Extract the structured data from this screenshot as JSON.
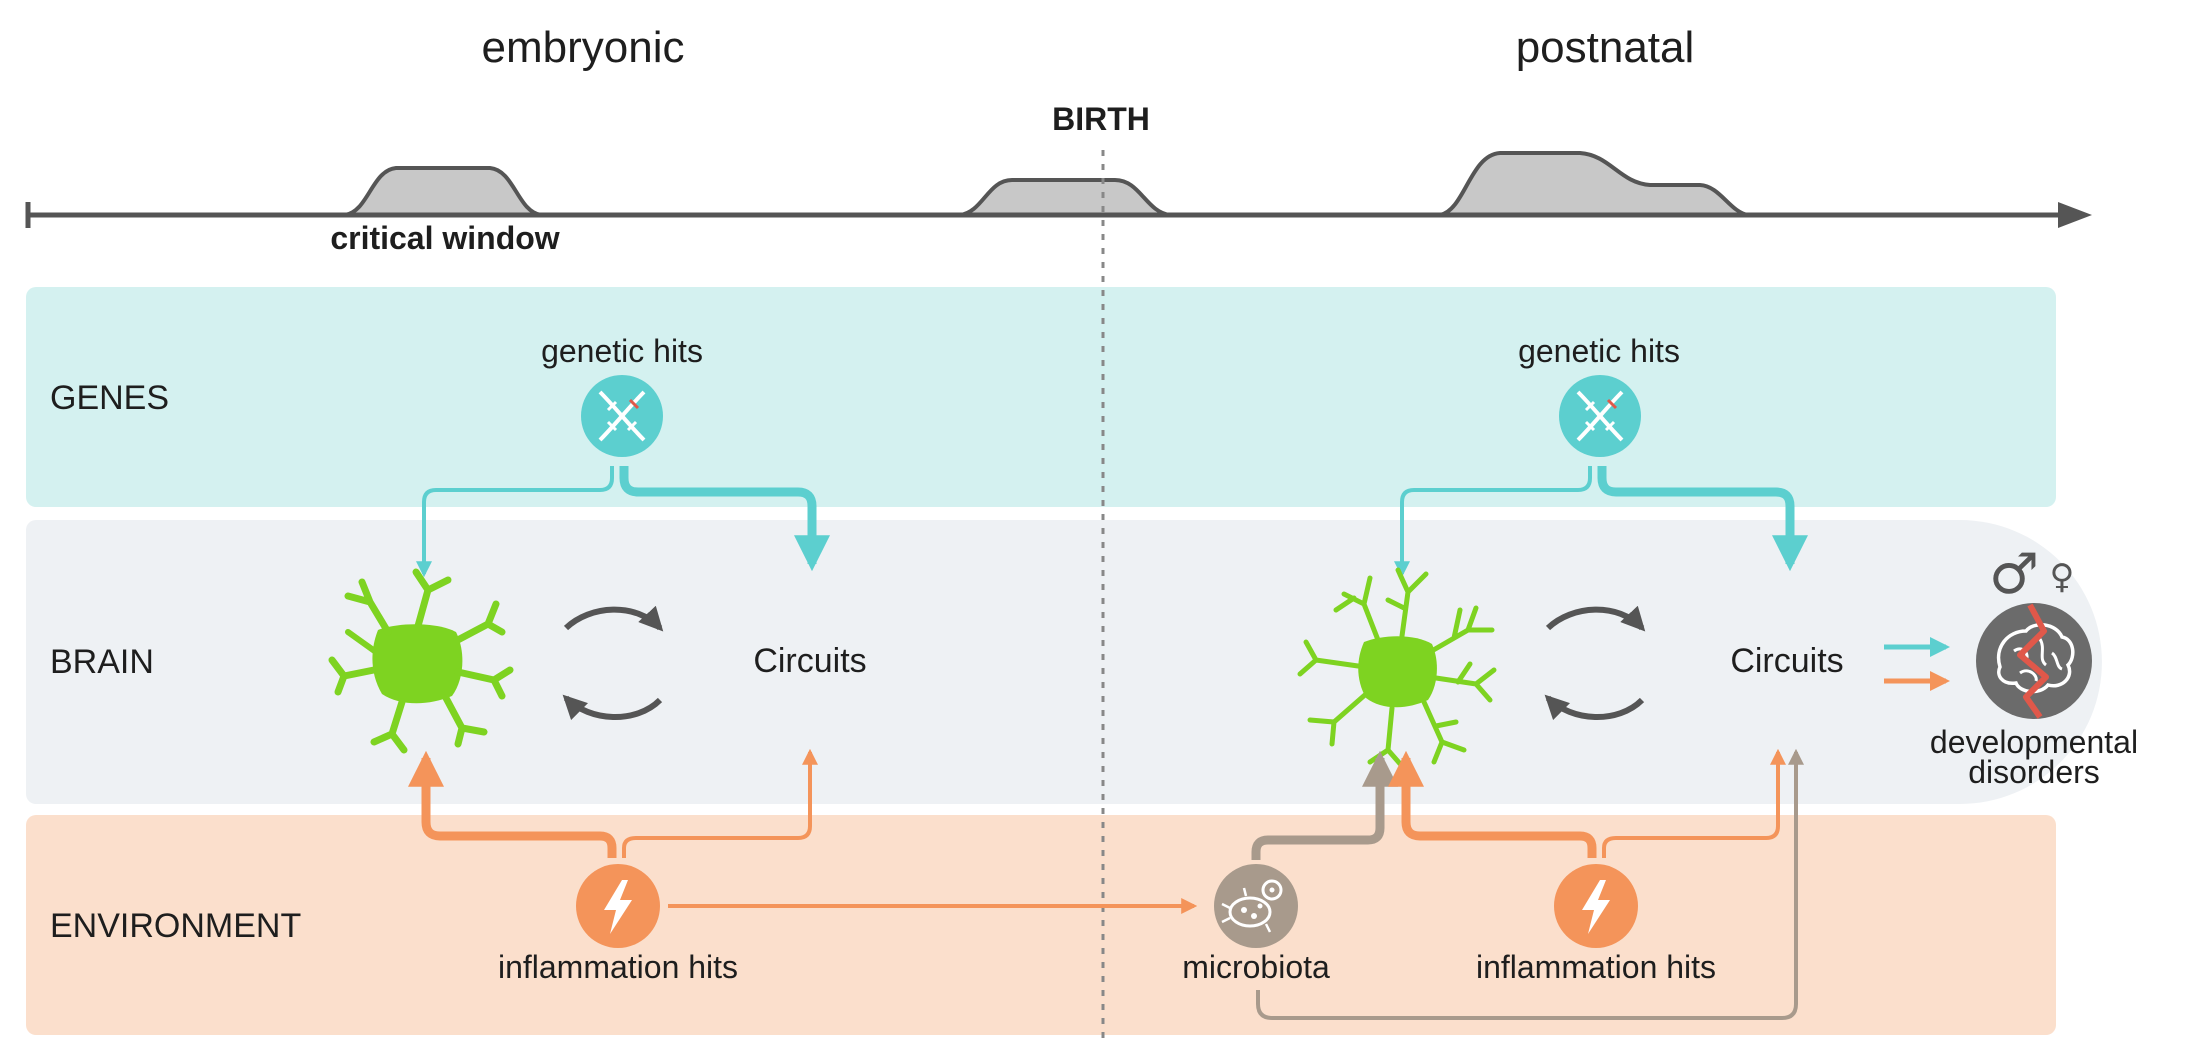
{
  "timeline": {
    "embryonic_label": "embryonic",
    "postnatal_label": "postnatal",
    "birth_label": "BIRTH",
    "critical_window_label": "critical window"
  },
  "rows": {
    "genes": "GENES",
    "brain": "BRAIN",
    "environment": "ENVIRONMENT"
  },
  "embryonic": {
    "genetic_hits": "genetic hits",
    "circuits": "Circuits",
    "inflammation_hits": "inflammation hits"
  },
  "postnatal": {
    "genetic_hits": "genetic hits",
    "circuits": "Circuits",
    "inflammation_hits": "inflammation hits",
    "microbiota": "microbiota"
  },
  "outcome": {
    "line1": "developmental",
    "line2": "disorders",
    "male_symbol": "♂",
    "female_symbol": "♀"
  },
  "colors": {
    "teal": "#5ccfcf",
    "orange": "#f4945a",
    "tan": "#a89a8c",
    "green": "#7ed321",
    "genes_band": "#d4f1f0",
    "brain_band": "#eef1f4",
    "env_band": "#fbdfcc",
    "axis": "#555555",
    "bump": "#c8c8c8"
  }
}
